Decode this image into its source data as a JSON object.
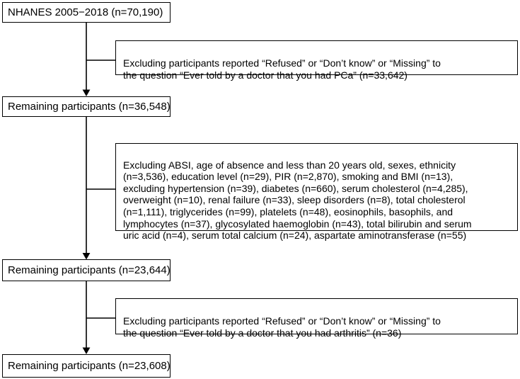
{
  "diagram": {
    "title": "Participant selection flowchart",
    "colors": {
      "border": "#000000",
      "text": "#000000",
      "background": "#ffffff"
    },
    "nodes": [
      {
        "label": "NHANES 2005−2018 (n=70,190)"
      },
      {
        "label": "Remaining participants (n=36,548)"
      },
      {
        "label": "Remaining participants (n=23,644)"
      },
      {
        "label": "Remaining participants (n=23,608)"
      }
    ],
    "exclusions": [
      {
        "lines": [
          "Excluding participants reported “Refused” or “Don’t know” or “Missing” to",
          "the question “Ever told by a doctor that you had PCa” (n=33,642)"
        ]
      },
      {
        "lines": [
          "Excluding ABSI, age of absence and less than 20 years old, sexes, ethnicity",
          "(n=3,536), education level (n=29), PIR (n=2,870), smoking and BMI (n=13),",
          "excluding hypertension (n=39), diabetes (n=660), serum cholesterol (n=4,285),",
          "overweight (n=10), renal failure (n=33), sleep disorders (n=8), total cholesterol",
          "(n=1,111), triglycerides (n=99), platelets (n=48), eosinophils, basophils, and",
          "lymphocytes (n=37), glycosylated haemoglobin (n=43), total bilirubin and serum",
          "uric acid (n=4), serum total calcium (n=24), aspartate aminotransferase (n=55)"
        ]
      },
      {
        "lines": [
          "Excluding participants reported “Refused” or “Don’t know” or “Missing” to",
          "the question “Ever told by a doctor that you had arthritis” (n=36)"
        ]
      }
    ]
  }
}
